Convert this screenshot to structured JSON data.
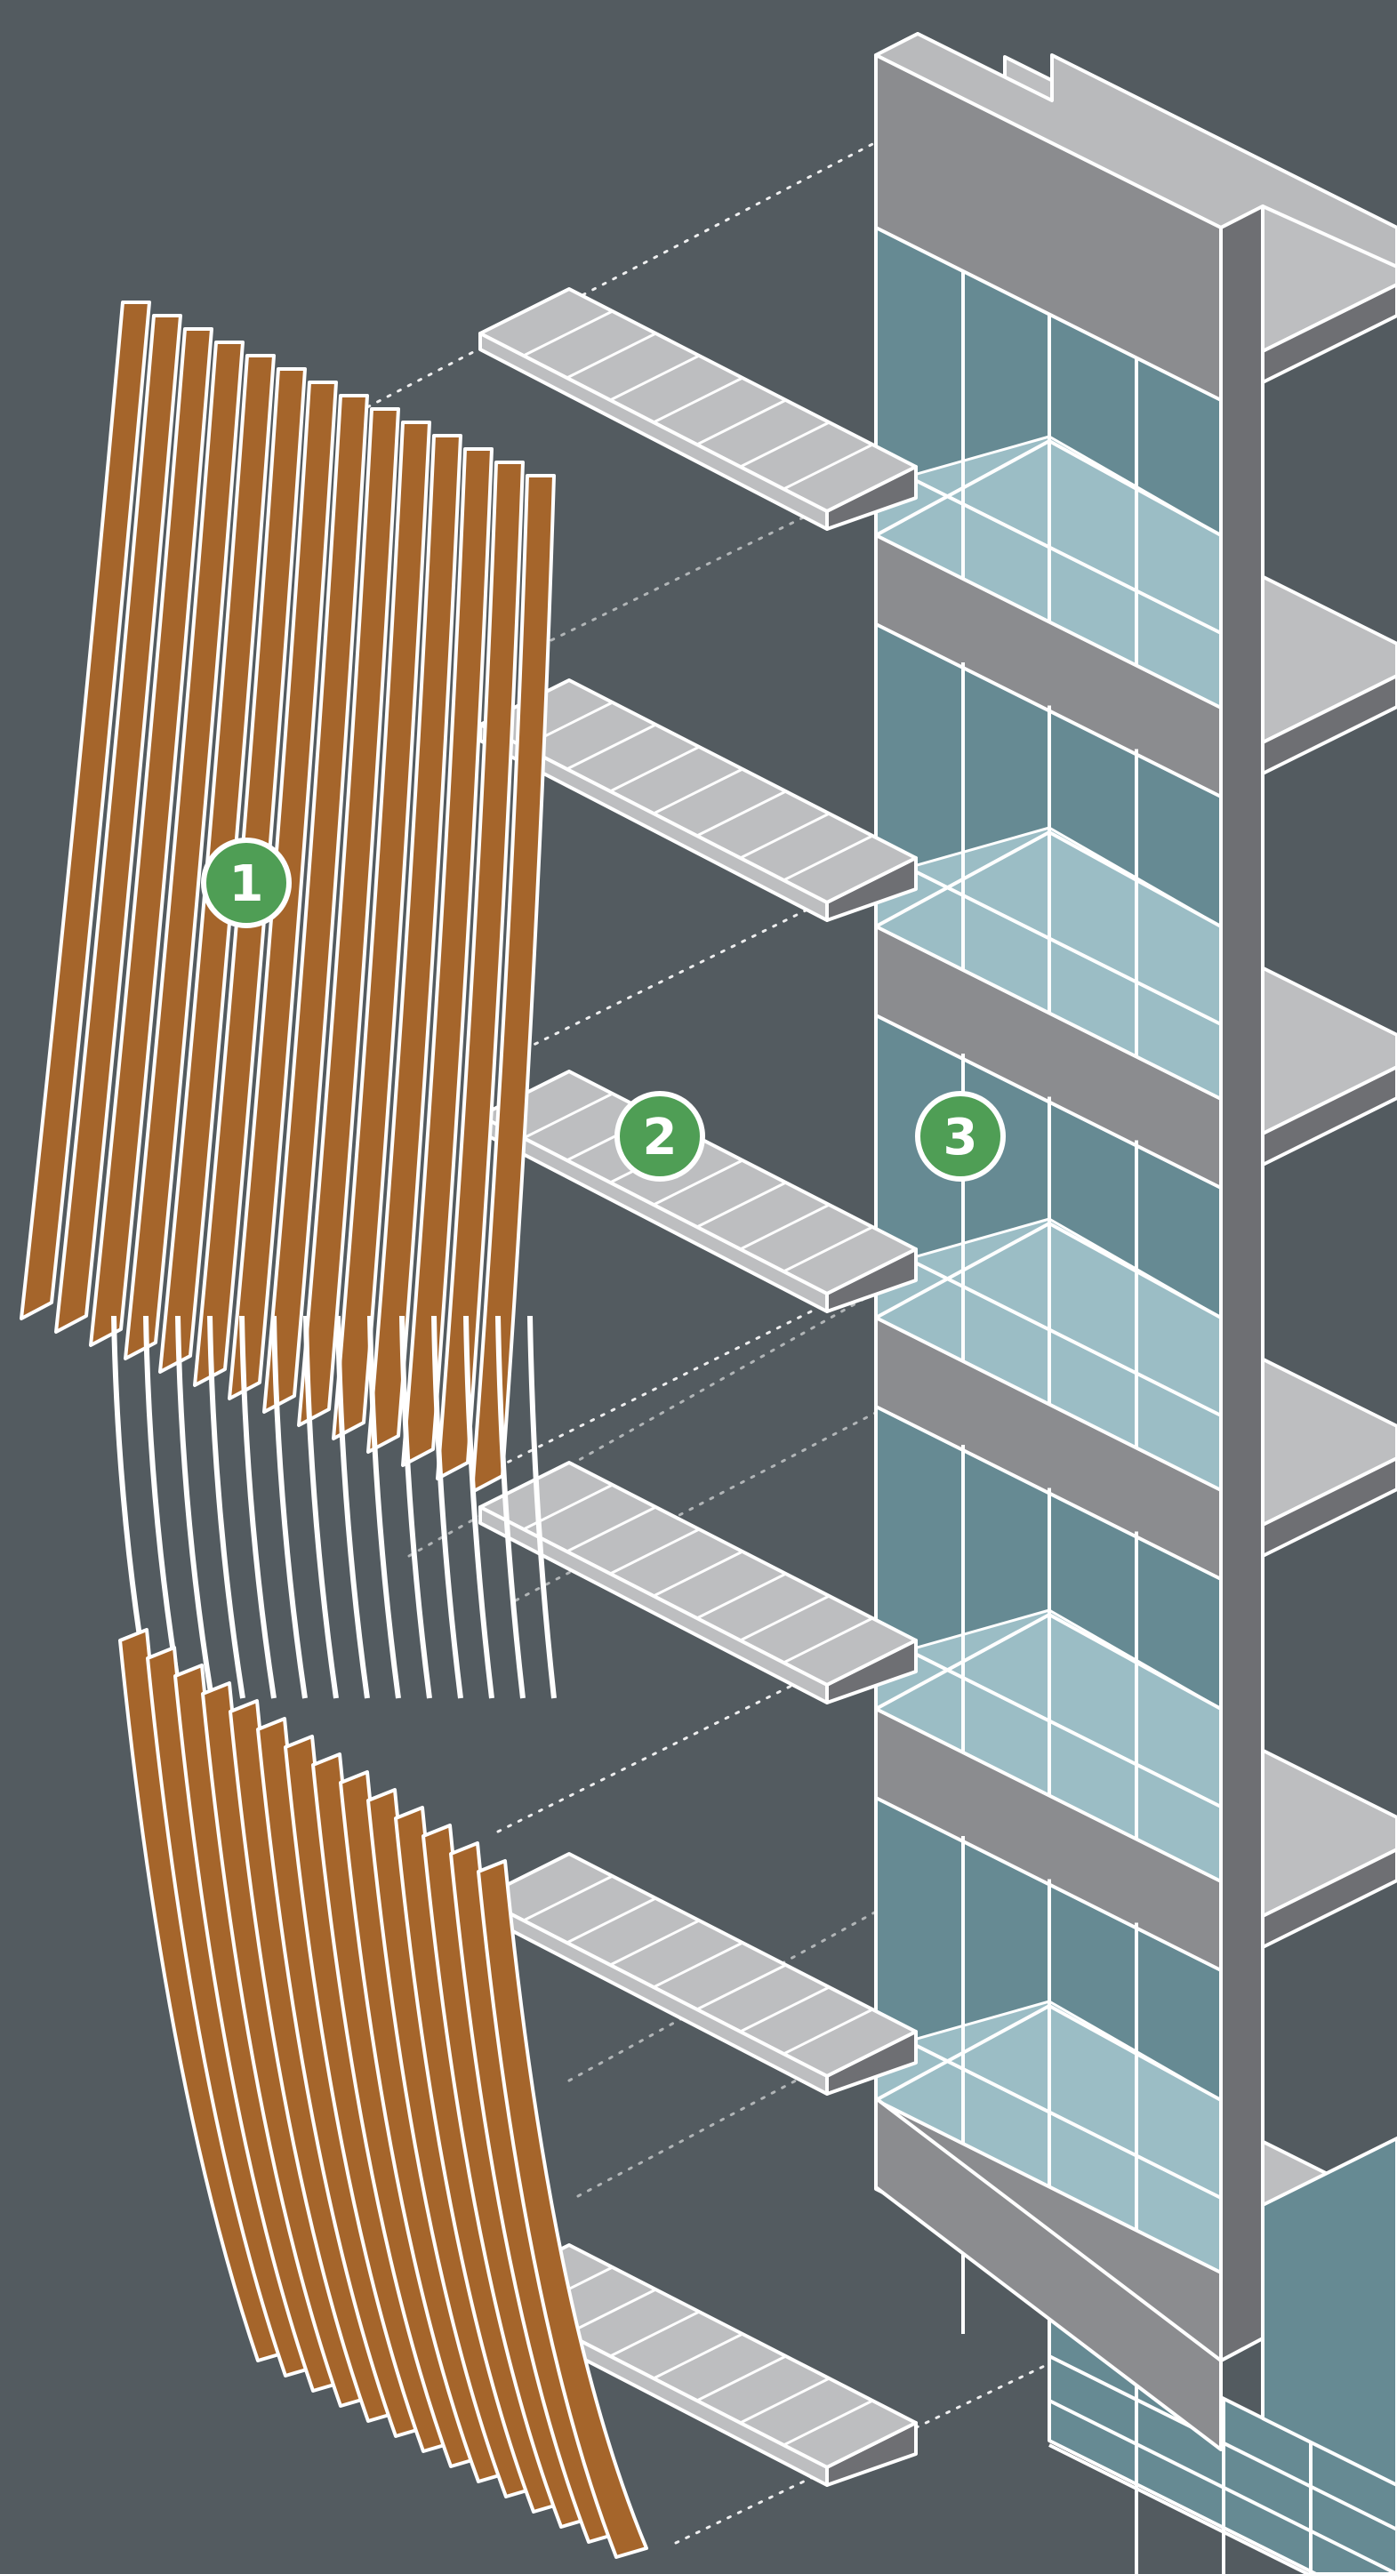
{
  "colors": {
    "background": "#535b60",
    "outline": "#ffffff",
    "wood": "#a5652b",
    "slab_top": "#bdbec0",
    "slab_side": "#6e6f73",
    "panel_face": "#8b8c8f",
    "panel_light": "#b9babc",
    "glass_dark": "#668a93",
    "glass_light": "#9bbdc5",
    "badge": "#4f9e55"
  },
  "callouts": [
    {
      "label": "1",
      "refers_to": "curved-wood-fins"
    },
    {
      "label": "2",
      "refers_to": "precast-floor-slabs"
    },
    {
      "label": "3",
      "refers_to": "glass-curtain-wall"
    }
  ]
}
